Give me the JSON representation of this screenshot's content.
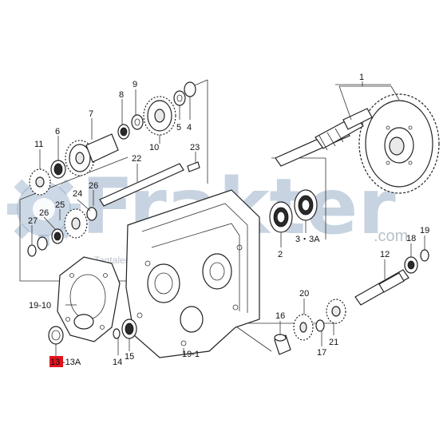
{
  "watermark": {
    "brand": "Frakter",
    "suffix": ".com",
    "tagline": "Tagtalentet",
    "gear_color": "#8fa9c6"
  },
  "highlight": {
    "label": "13",
    "color": "#e0141e"
  },
  "labels": {
    "p1": "1",
    "p2": "2",
    "p3": "3・3A",
    "p4": "4",
    "p5": "5",
    "p6": "6",
    "p7": "7",
    "p8": "8",
    "p9": "9",
    "p10": "10",
    "p11": "11",
    "p12": "12",
    "p13a": "-13A",
    "p14": "14",
    "p15": "15",
    "p16": "16",
    "p17": "17",
    "p18": "18",
    "p19": "19",
    "p19_1": "19-1",
    "p19_10": "19-10",
    "p20": "20",
    "p21": "21",
    "p22": "22",
    "p23": "23",
    "p24": "24",
    "p25": "25",
    "p26a": "26",
    "p26b": "26",
    "p27": "27"
  }
}
